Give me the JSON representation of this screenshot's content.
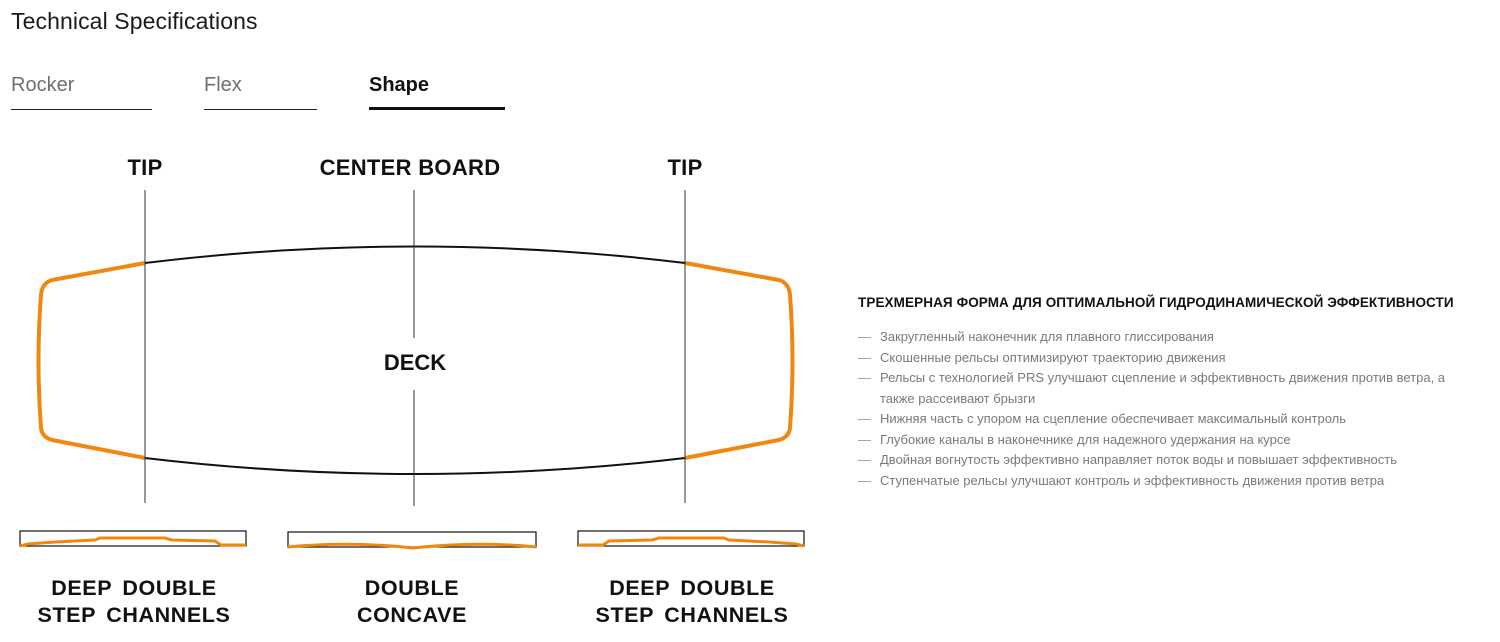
{
  "page": {
    "title": "Technical Specifications"
  },
  "tabs": [
    {
      "label": "Rocker",
      "active": false
    },
    {
      "label": "Flex",
      "active": false
    },
    {
      "label": "Shape",
      "active": true
    }
  ],
  "diagram": {
    "labels": {
      "tip_left": "TIP",
      "center": "CENTER BOARD",
      "tip_right": "TIP",
      "deck": "DECK"
    },
    "sections": {
      "left": {
        "line1": "DEEP DOUBLE",
        "line2": "STEP CHANNELS"
      },
      "center": {
        "line1": "DOUBLE",
        "line2": "CONCAVE"
      },
      "right": {
        "line1": "DEEP DOUBLE",
        "line2": "STEP CHANNELS"
      }
    },
    "colors": {
      "accent": "#F0870F",
      "outline": "#111111"
    }
  },
  "specs": {
    "heading": "ТРЕХМЕРНАЯ ФОРМА ДЛЯ ОПТИМАЛЬНОЙ ГИДРОДИНАМИЧЕСКОЙ ЭФФЕКТИВНОСТИ",
    "dash": "—",
    "items": [
      "Закругленный наконечник для плавного глиссирования",
      "Скошенные рельсы оптимизируют траекторию движения",
      "Рельсы с технологией PRS улучшают сцепление и эффективность движения против ветра, а также рассеивают брызги",
      "Нижняя часть с упором на сцепление обеспечивает максимальный контроль",
      "Глубокие каналы в наконечнике для надежного удержания на курсе",
      "Двойная вогнутость эффективно направляет поток воды и повышает эффективность",
      "Ступенчатые рельсы улучшают контроль и эффективность движения против ветра"
    ]
  }
}
